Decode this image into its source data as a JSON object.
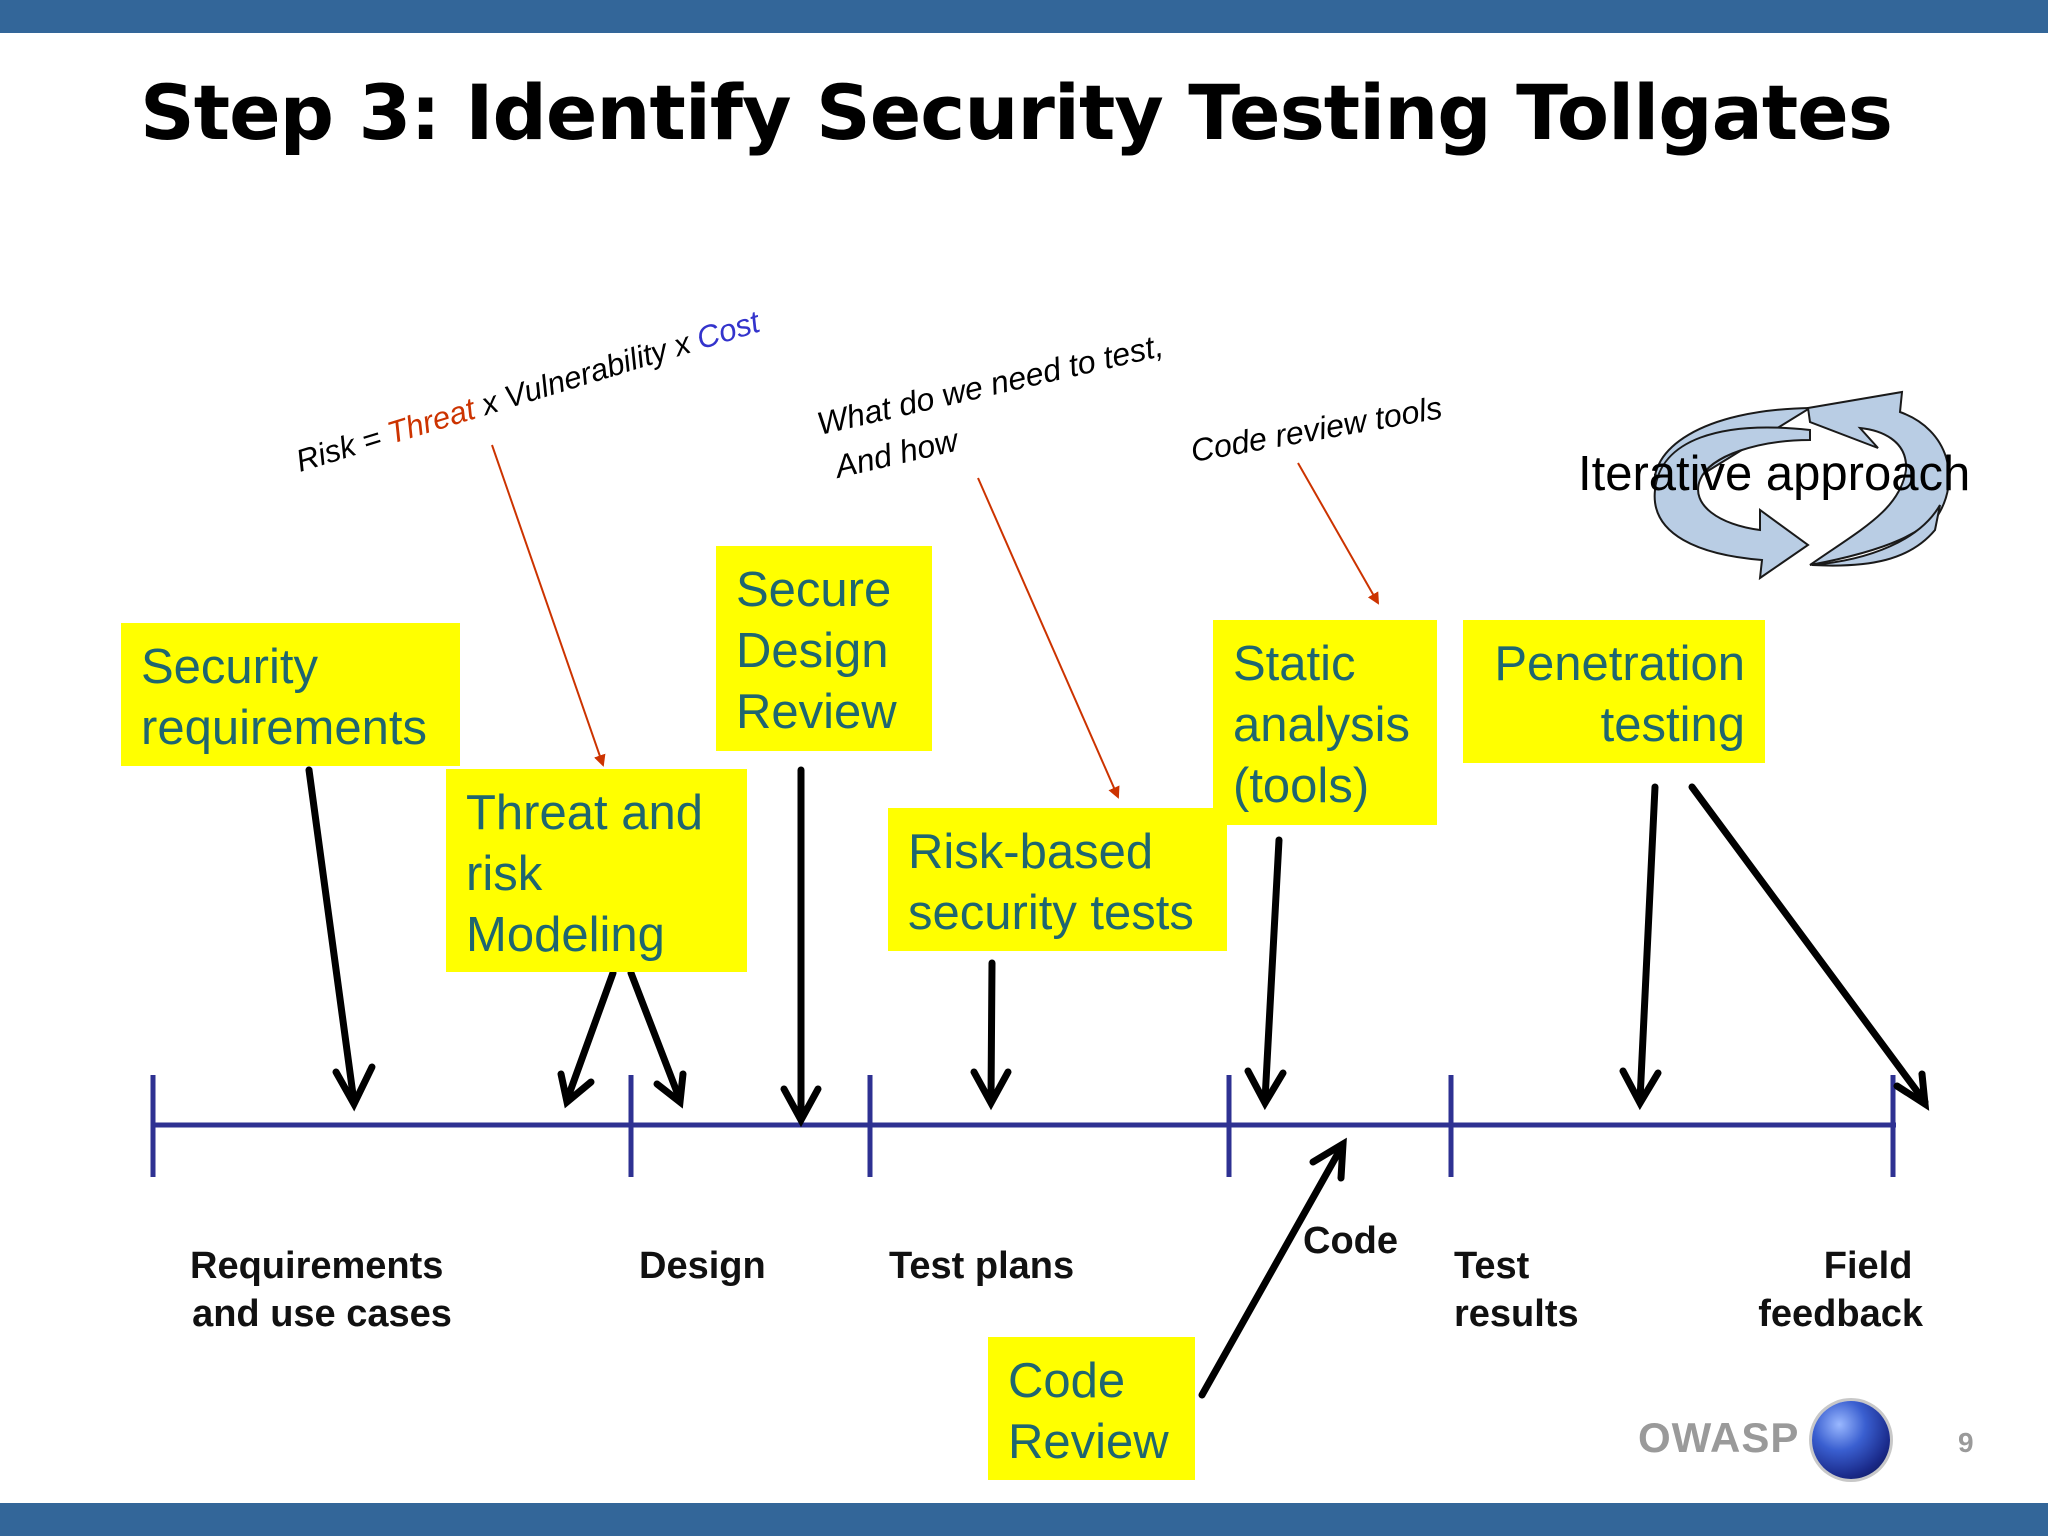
{
  "slide": {
    "title": "Step 3: Identify Security Testing Tollgates",
    "page_number": "9",
    "brand": "OWASP",
    "colors": {
      "banner": "#336699",
      "sticky": "#ffff00",
      "sticky_text": "#1f6670",
      "timeline": "#2e3192",
      "note_arrow": "#cc3300",
      "threat": "#cc3300",
      "cost": "#3333cc"
    }
  },
  "annotations": {
    "risk_prefix": "Risk = ",
    "risk_threat": "Threat",
    "risk_mid": " x Vulnerability x ",
    "risk_cost": "Cost",
    "what_line1": "What do we need to test,",
    "what_line2": "And how",
    "code_review_tools": "Code review tools",
    "iterative": "Iterative approach"
  },
  "activities": {
    "security_requirements": "Security\nrequirements",
    "threat_modeling": "Threat and\nrisk\nModeling",
    "secure_design_review": "Secure\nDesign\nReview",
    "risk_based_tests": "Risk-based\nsecurity tests",
    "static_analysis": "Static\nanalysis\n(tools)",
    "penetration_testing": "Penetration\ntesting",
    "code_review": "Code\nReview"
  },
  "phases": {
    "requirements_l1": "Requirements",
    "requirements_l2": "and use cases",
    "design": "Design",
    "test_plans": "Test plans",
    "code": "Code",
    "test_results_l1": "Test",
    "test_results_l2": "results",
    "field_feedback_l1": "Field",
    "field_feedback_l2": "feedback"
  }
}
